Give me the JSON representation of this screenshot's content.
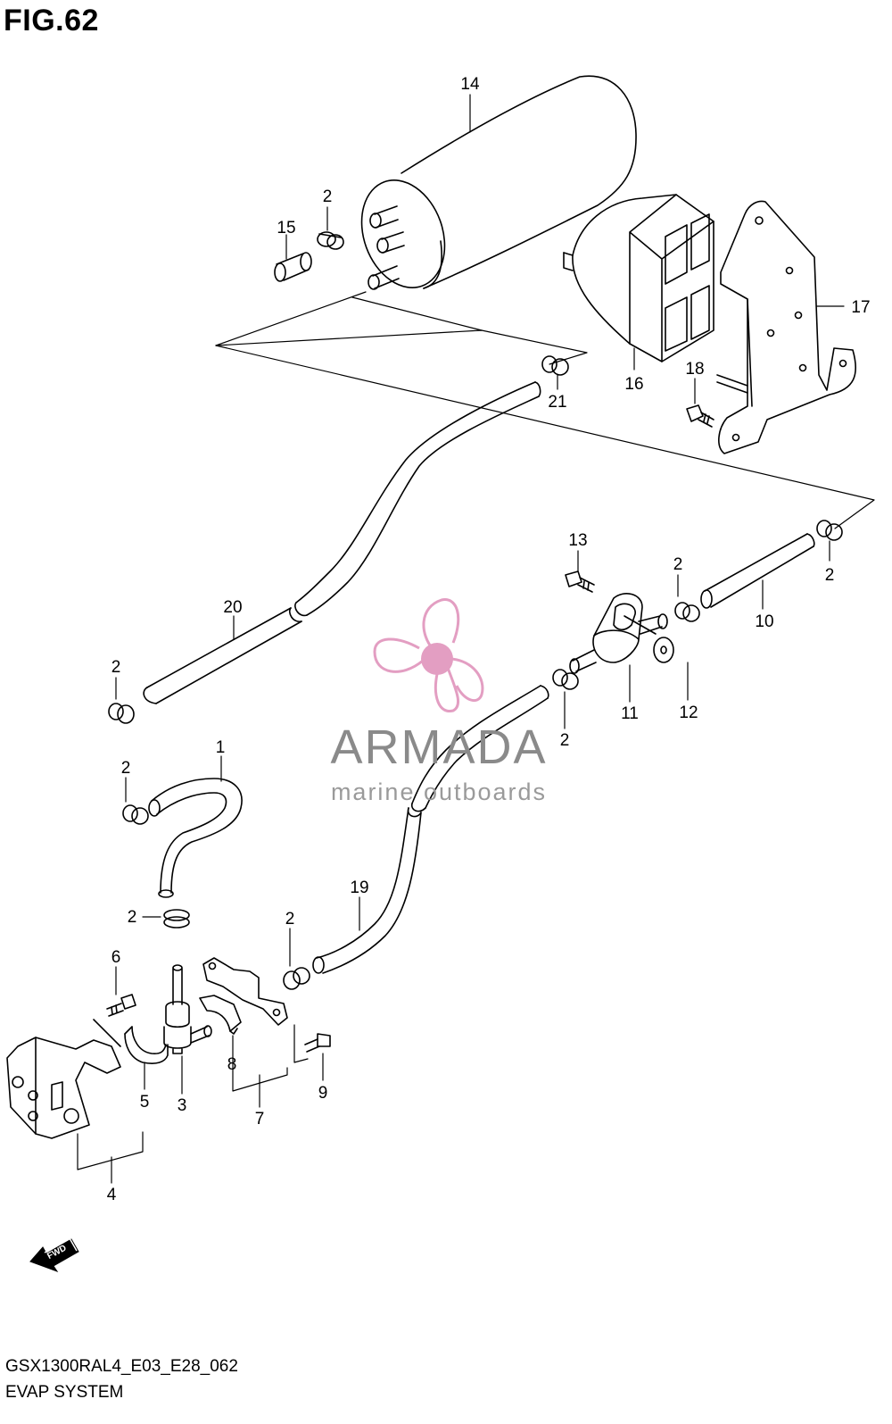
{
  "figure": {
    "title": "FIG.62",
    "code": "GSX1300RAL4_E03_E28_062",
    "name": "EVAP SYSTEM"
  },
  "watermark": {
    "name": "ARMADA",
    "tagline": "marine outboards",
    "logo_color": "#e39ec2",
    "text_color": "#8a8a8a"
  },
  "fwd_arrow": {
    "label": "FWD"
  },
  "callouts": {
    "c14": "14",
    "c2a": "2",
    "c15": "15",
    "c16": "16",
    "c17": "17",
    "c18": "18",
    "c21": "21",
    "c13": "13",
    "c2b": "2",
    "c2c": "2",
    "c10": "10",
    "c20": "20",
    "c2d": "2",
    "c11": "11",
    "c12": "12",
    "c2e": "2",
    "c1": "1",
    "c2f": "2",
    "c2g": "2",
    "c19": "19",
    "c2h": "2",
    "c6": "6",
    "c3": "3",
    "c5": "5",
    "c8": "8",
    "c7": "7",
    "c9": "9",
    "c4": "4"
  }
}
